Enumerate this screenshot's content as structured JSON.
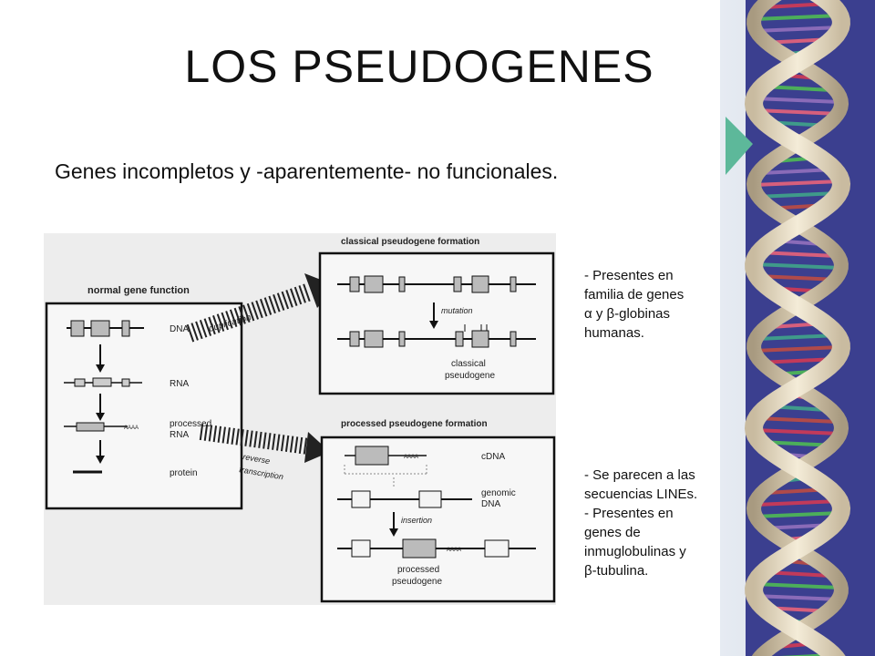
{
  "slide": {
    "title": "LOS PSEUDOGENES",
    "subtitle": "Genes incompletos y -aparentemente- no funcionales.",
    "notes_top": [
      "- Presentes en",
      "familia de genes",
      "α y β-globinas",
      "humanas."
    ],
    "notes_bottom": [
      "- Se parecen a las",
      "secuencias LINEs.",
      "- Presentes en",
      "genes de",
      "inmuglobulinas y",
      "β-tubulina."
    ]
  },
  "diagram": {
    "normal_panel": {
      "heading": "normal gene function",
      "labels": {
        "dna": "DNA",
        "rna": "RNA",
        "processed1": "processed",
        "processed2": "RNA",
        "protein": "protein",
        "polya": "AAAA"
      }
    },
    "classical_panel": {
      "heading": "classical pseudogene formation",
      "mutation": "mutation",
      "result1": "classical",
      "result2": "pseudogene"
    },
    "processed_panel": {
      "heading": "processed pseudogene formation",
      "cdna": "cDNA",
      "genomic1": "genomic",
      "genomic2": "DNA",
      "insertion": "insertion",
      "result1": "processed",
      "result2": "pseudogene",
      "polya": "AAAA"
    },
    "arrows": {
      "duplication": "duplication",
      "reverse1": "reverse",
      "reverse2": "transcription"
    }
  }
}
